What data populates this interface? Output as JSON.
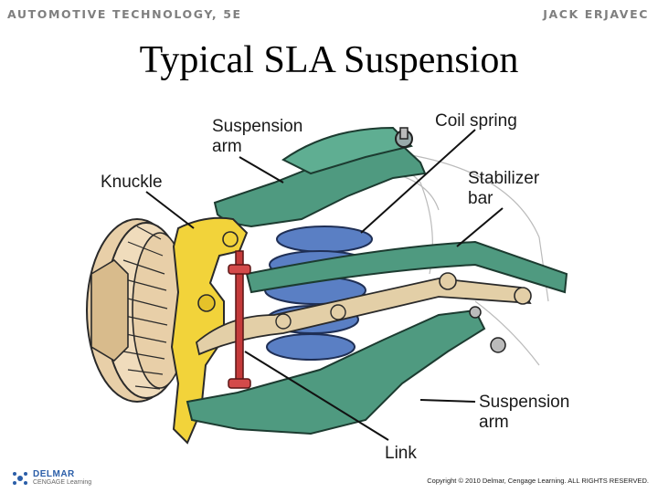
{
  "header": {
    "book_title": "AUTOMOTIVE TECHNOLOGY, 5E",
    "author": "JACK ERJAVEC"
  },
  "slide": {
    "title": "Typical SLA Suspension"
  },
  "labels": {
    "upper_arm": [
      "Suspension",
      "arm"
    ],
    "coil_spring": "Coil spring",
    "knuckle": "Knuckle",
    "stabilizer_bar": [
      "Stabilizer",
      "bar"
    ],
    "lower_arm": [
      "Suspension",
      "arm"
    ],
    "link": "Link"
  },
  "footer": {
    "publisher_line1": "DELMAR",
    "publisher_line2": "CENGAGE Learning",
    "copyright": "Copyright © 2010 Delmar, Cengage Learning. ALL RIGHTS RESERVED."
  },
  "colors": {
    "arm_green": "#4f9a80",
    "spring_blue": "#5a7fc4",
    "knuckle_yellow": "#f2d33a",
    "rotor_tan": "#e8cfa8",
    "link_red": "#c43a3a",
    "bar_tan": "#e3cfa7"
  }
}
